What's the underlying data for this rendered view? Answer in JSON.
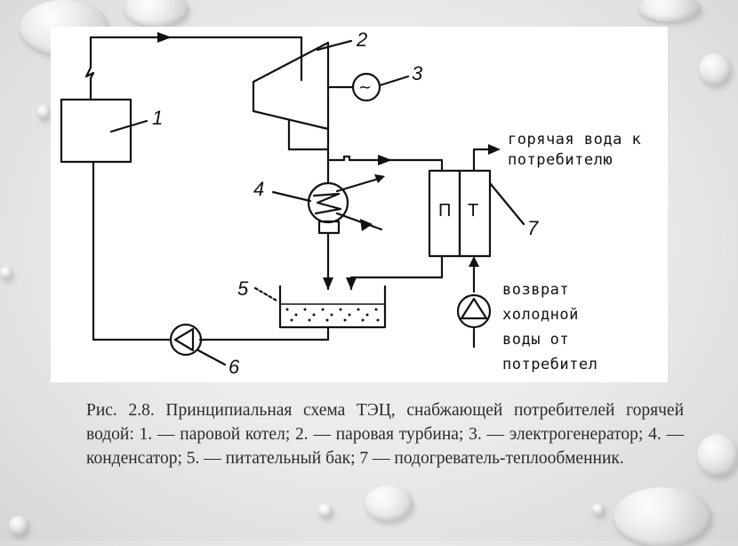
{
  "figure": {
    "labels": {
      "n1": "1",
      "n2": "2",
      "n3": "3",
      "n4": "4",
      "n5": "5",
      "n6": "6",
      "n7": "7",
      "box_p": "П",
      "box_t": "Т",
      "generator_symbol": "~",
      "hot_water": [
        "горячая вода к",
        "потребителю"
      ],
      "return_water": [
        "возврат",
        "холодной",
        "воды от",
        "потребител"
      ]
    }
  },
  "caption": "Рис. 2.8. Принципиальная схема ТЭЦ, снабжающей потребителей горячей водой: 1. — паровой котел; 2. — паровая турбина; 3. — электрогенератор; 4. — конденсатор; 5. — питательный бак; 7 — подогреватель-теплообменник."
}
